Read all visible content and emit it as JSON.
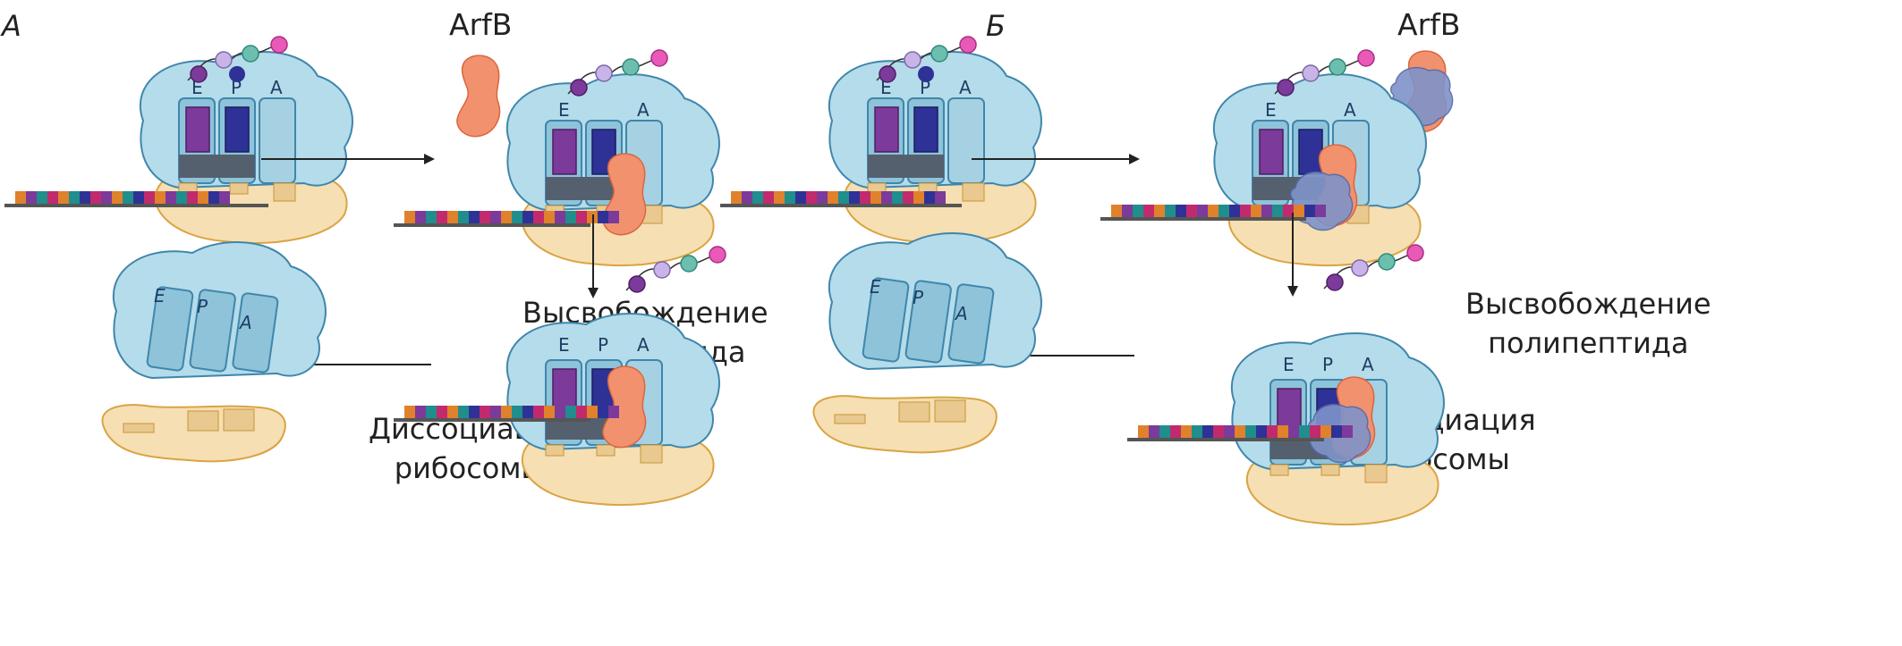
{
  "panels": [
    {
      "letter": "А",
      "factor_label": "ArfB",
      "step1_label": [
        "Высвобождение",
        "полипептида"
      ],
      "step2_label": [
        "Диссоциация",
        "рибосомы"
      ]
    },
    {
      "letter": "Б",
      "factor_label": "ArfB",
      "step1_label": [
        "Высвобождение",
        "полипептида"
      ],
      "step2_label": [
        "Диссоциация",
        "рибосомы"
      ]
    }
  ],
  "site_labels": {
    "e": "E",
    "p": "P",
    "a": "A"
  },
  "colors": {
    "large_subunit": "#b5dcea",
    "small_subunit": "#f6dfb2",
    "arfb": "#f2916e",
    "ribosome_partner": "#7f93c9",
    "trna_e": "#7c3a9a",
    "trna_p": "#2e3296"
  }
}
